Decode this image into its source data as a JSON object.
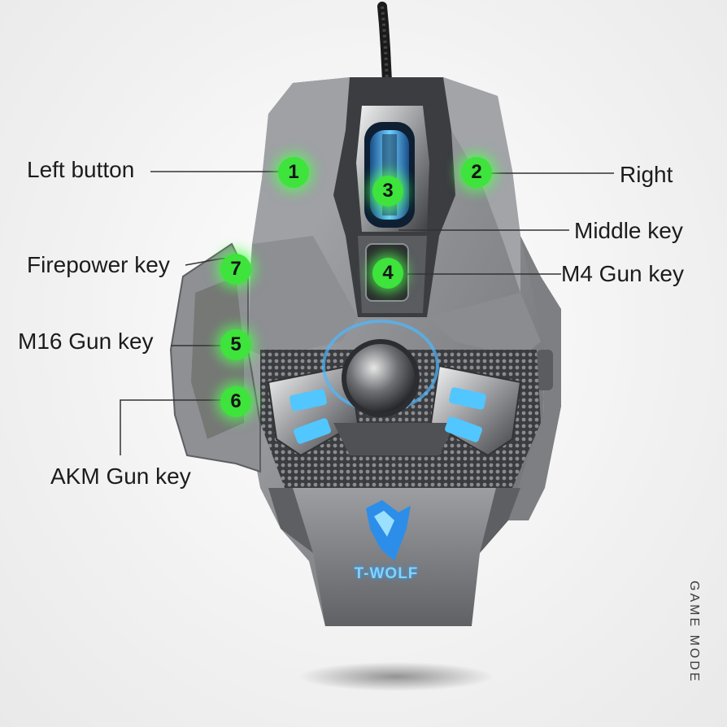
{
  "labels": {
    "left_button": "Left button",
    "right": "Right",
    "middle_key": "Middle key",
    "firepower_key": "Firepower key",
    "m4_gun_key": "M4 Gun key",
    "m16_gun_key": "M16 Gun key",
    "akm_gun_key": "AKM Gun key"
  },
  "badges": {
    "b1": "1",
    "b2": "2",
    "b3": "3",
    "b4": "4",
    "b5": "5",
    "b6": "6",
    "b7": "7"
  },
  "brand": "T-WOLF",
  "side_text": "GAME MODE",
  "colors": {
    "badge": "#3ee33c",
    "led": "#4fc3ff",
    "shell": "#8d8f93"
  }
}
